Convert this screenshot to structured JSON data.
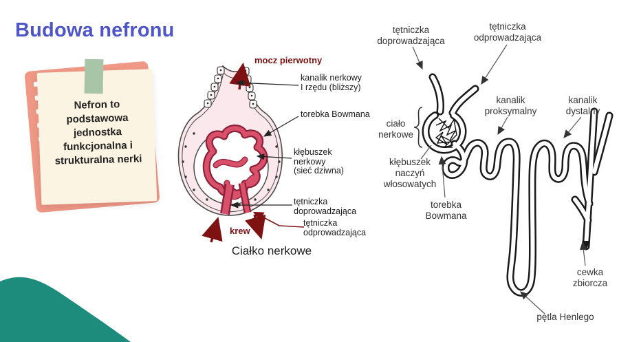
{
  "title": "Budowa nefronu",
  "note": {
    "text": "Nefron to\npodstawowa\njednostka\nfunkcjonalna i\nstrukturalna nerki"
  },
  "corpuscle": {
    "caption": "Ciałko nerkowe",
    "labels": {
      "mocz_pierwotny": "mocz pierwotny",
      "kanalik_nerkowy": "kanalik nerkowy\nI rzędu (bliższy)",
      "torebka_bowmana": "torebka Bowmana",
      "klebuszek": "kłębuszek\nnerkowy\n(sieć dziwna)",
      "tetniczka_doprowadzajaca": "tętniczka\ndoprowadzająca",
      "tetniczka_odprowadzajaca": "tętniczka\nodprowadzająca",
      "krew": "krew"
    }
  },
  "nephron": {
    "labels": {
      "tetniczka_doprowadzajaca": "tętniczka\ndoprowadzająca",
      "tetniczka_odprowadzajaca": "tętniczka\nodprowadzająca",
      "kanalik_proksymalny": "kanalik\nproksymalny",
      "kanalik_dystalny": "kanalik\ndystalny",
      "cialo_nerkowe": "ciało\nnerkowe",
      "klebuszek_naczyn": "kłębuszek\nnaczyń\nwłosowatych",
      "torebka_bowmana": "torebka\nBowmana",
      "cewka_zbiorcza": "cewka\nzbiorcza",
      "petla_henlego": "pętla Henlego"
    }
  },
  "colors": {
    "title_blue": "#4e55c8",
    "teal_accent": "#1e8c7d",
    "note_back_salmon": "#ef9886",
    "note_paper_cream": "#fcf4e2",
    "note_tape_green": "#a8c5a8",
    "capsule_pink": "#fae8ec",
    "vessel_red": "#d9506b",
    "vessel_dark_red": "#8e2038",
    "arrow_dark_red": "#7e1212"
  }
}
